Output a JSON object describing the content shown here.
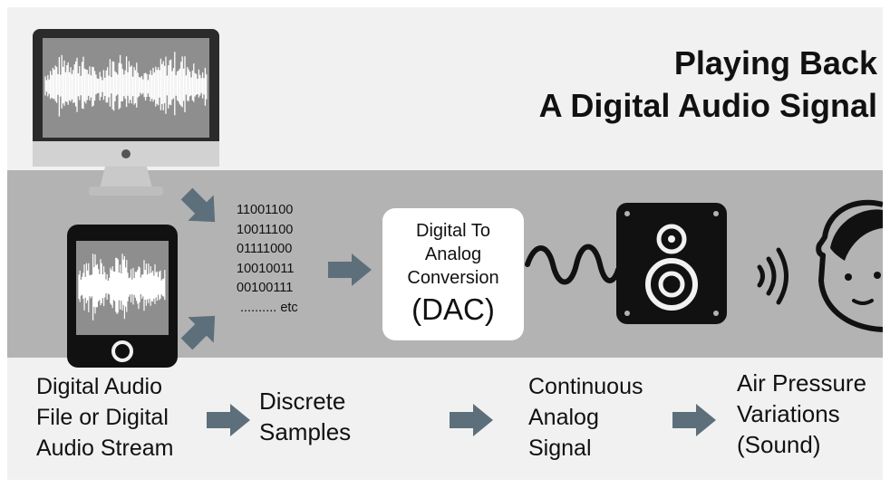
{
  "title": {
    "line1": "Playing Back",
    "line2": "A Digital Audio Signal"
  },
  "binary_samples": [
    "11001100",
    "10011100",
    "01111000",
    "10010011",
    "00100111",
    ".......... etc"
  ],
  "dac": {
    "line1": "Digital To",
    "line2": "Analog",
    "line3": "Conversion",
    "abbr": "(DAC)"
  },
  "captions": {
    "source": [
      "Digital Audio",
      "File or Digital",
      "Audio Stream"
    ],
    "samples": [
      "Discrete",
      "Samples"
    ],
    "analog": [
      "Continuous",
      "Analog",
      "Signal"
    ],
    "air": [
      "Air Pressure",
      "Variations",
      "(Sound)"
    ]
  },
  "icons": {
    "monitor": "desktop-monitor-waveform-icon",
    "tablet": "tablet-waveform-icon",
    "wave": "analog-wave-icon",
    "speaker": "speaker-icon",
    "sound": "sound-waves-icon",
    "listener": "listener-face-icon",
    "arrow": "right-arrow-icon"
  },
  "colors": {
    "background": "#f1f1f1",
    "band": "#b3b3b3",
    "arrow": "#5d6f7b",
    "icon_dark": "#111111"
  }
}
